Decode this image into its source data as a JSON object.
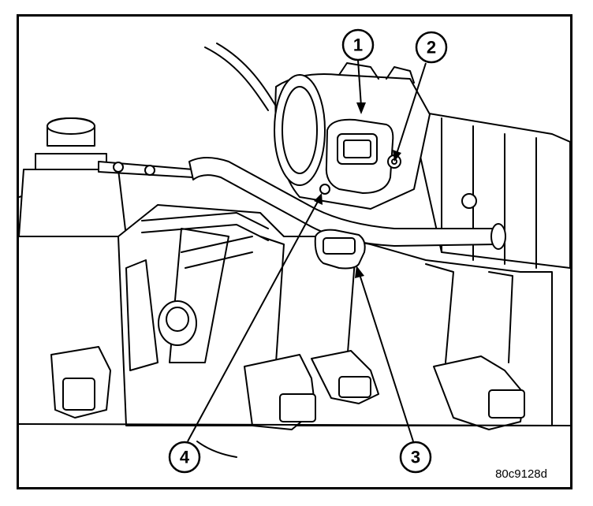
{
  "figure_code": "80c9128d",
  "callouts": [
    {
      "label": "1"
    },
    {
      "label": "2"
    },
    {
      "label": "3"
    },
    {
      "label": "4"
    }
  ]
}
